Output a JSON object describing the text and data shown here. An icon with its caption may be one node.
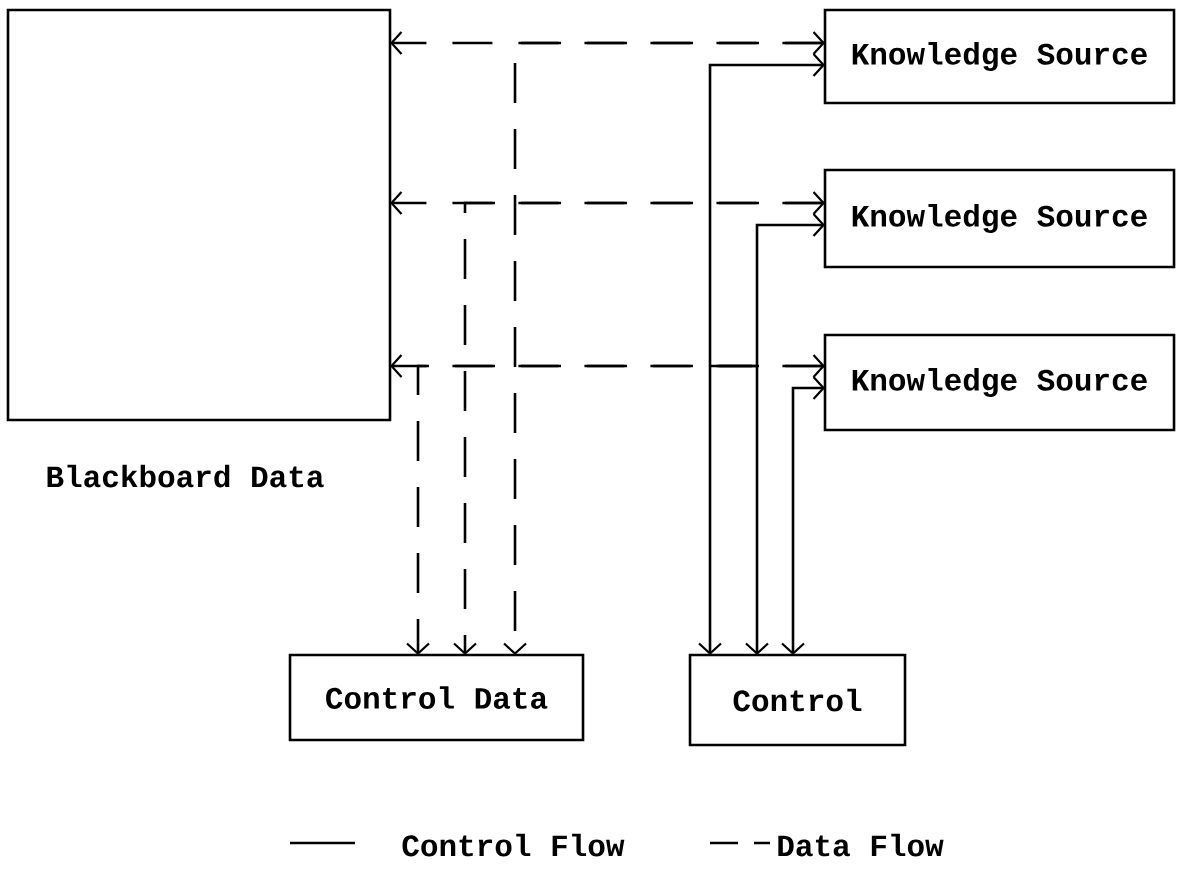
{
  "diagram": {
    "nodes": [
      {
        "text": [
          "Blackboard Data"
        ]
      },
      {
        "text": [
          "Knowledge Source"
        ]
      },
      {
        "text": [
          "Knowledge Source"
        ]
      },
      {
        "text": [
          "Knowledge Source"
        ]
      },
      {
        "text": [
          "Control Data"
        ]
      },
      {
        "text": [
          "Control"
        ]
      }
    ],
    "edges": [
      {
        "from": 1,
        "to": 0,
        "arrow": "both",
        "style": "dashed"
      },
      {
        "from": 2,
        "to": 0,
        "arrow": "both",
        "style": "dashed"
      },
      {
        "from": 3,
        "to": 0,
        "arrow": "both",
        "style": "dashed"
      },
      {
        "from": 1,
        "to": 4,
        "arrow": "to",
        "style": "dashed"
      },
      {
        "from": 2,
        "to": 4,
        "arrow": "to",
        "style": "dashed"
      },
      {
        "from": 3,
        "to": 4,
        "arrow": "to",
        "style": "dashed"
      },
      {
        "from": 1,
        "to": 5,
        "arrow": "both"
      },
      {
        "from": 2,
        "to": 5,
        "arrow": "both"
      },
      {
        "from": 3,
        "to": 5,
        "arrow": "both"
      }
    ],
    "legend": [
      {
        "text": "Control Flow"
      },
      {
        "text": "Data Flow"
      }
    ]
  }
}
